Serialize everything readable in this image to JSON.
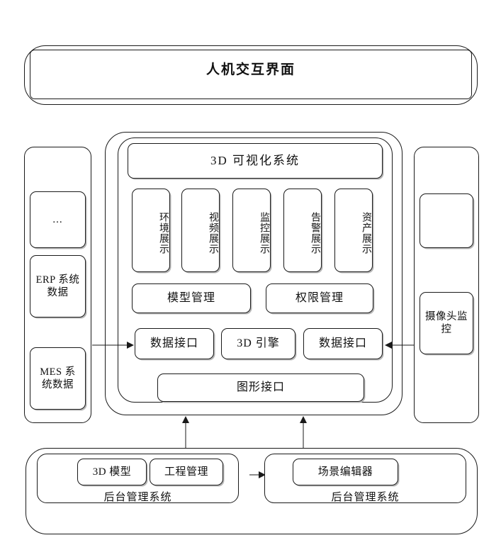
{
  "diagram": {
    "title": "人机交互界面",
    "top_layer": {
      "label": "人机交互界面"
    },
    "visualization": {
      "header": "3D 可视化系统",
      "display_modules": [
        {
          "label": "环境展示"
        },
        {
          "label": "视频展示"
        },
        {
          "label": "监控展示"
        },
        {
          "label": "告警展示"
        },
        {
          "label": "资产展示"
        }
      ],
      "management": [
        {
          "label": "模型管理"
        },
        {
          "label": "权限管理"
        }
      ],
      "interfaces": [
        {
          "label": "数据接口"
        },
        {
          "label": "3D 引擎"
        },
        {
          "label": "数据接口"
        }
      ],
      "graphics_interface": {
        "label": "图形接口"
      }
    },
    "left_sources": {
      "items": [
        {
          "label": "..."
        },
        {
          "label": "ERP 系统数据"
        },
        {
          "label": "MES 系统数据"
        }
      ]
    },
    "right_sources": {
      "items": [
        {
          "label": ""
        },
        {
          "label": "摄像头监控"
        }
      ]
    },
    "backend": {
      "panel_left": {
        "boxes": [
          {
            "label": "3D 模型"
          },
          {
            "label": "工程管理"
          }
        ],
        "caption": "后台管理系统"
      },
      "panel_right": {
        "boxes": [
          {
            "label": "场景编辑器"
          }
        ],
        "caption": "后台管理系统"
      }
    },
    "colors": {
      "stroke": "#1a1a1a",
      "shadow": "#b8b8b8",
      "background": "#ffffff",
      "text": "#111111"
    }
  }
}
